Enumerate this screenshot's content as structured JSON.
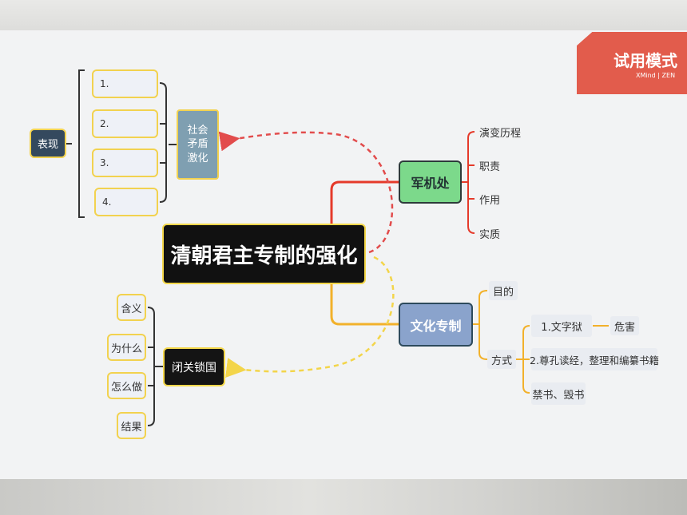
{
  "root": {
    "label": "清朝君主专制的强化"
  },
  "branches": {
    "junjichu": {
      "label": "军机处",
      "children": [
        "演变历程",
        "职责",
        "作用",
        "实质"
      ]
    },
    "wenhua": {
      "label": "文化专制",
      "mudi": "目的",
      "fangshi": {
        "label": "方式",
        "children": [
          {
            "label": "1.文字狱",
            "child": "危害"
          },
          {
            "label": "2.尊孔读经，整理和编纂书籍"
          },
          {
            "label": "禁书、毁书"
          }
        ]
      }
    },
    "biguan": {
      "label": "闭关锁国",
      "children": [
        "含义",
        "为什么",
        "怎么做",
        "结果"
      ]
    },
    "shehui": {
      "label_lines": [
        "社会",
        "矛盾",
        "激化"
      ],
      "biaoxian": "表现",
      "items": [
        "1.",
        "2.",
        "3.",
        "4."
      ]
    }
  },
  "watermark": {
    "title": "试用模式",
    "subtitle": "XMind | ZEN"
  },
  "colors": {
    "red_branch": "#e53a2a",
    "orange_branch": "#f2b12b",
    "dashed_red": "#e24c4c",
    "dashed_yellow": "#f3d54a",
    "watermark_bg": "#e25c4c"
  }
}
